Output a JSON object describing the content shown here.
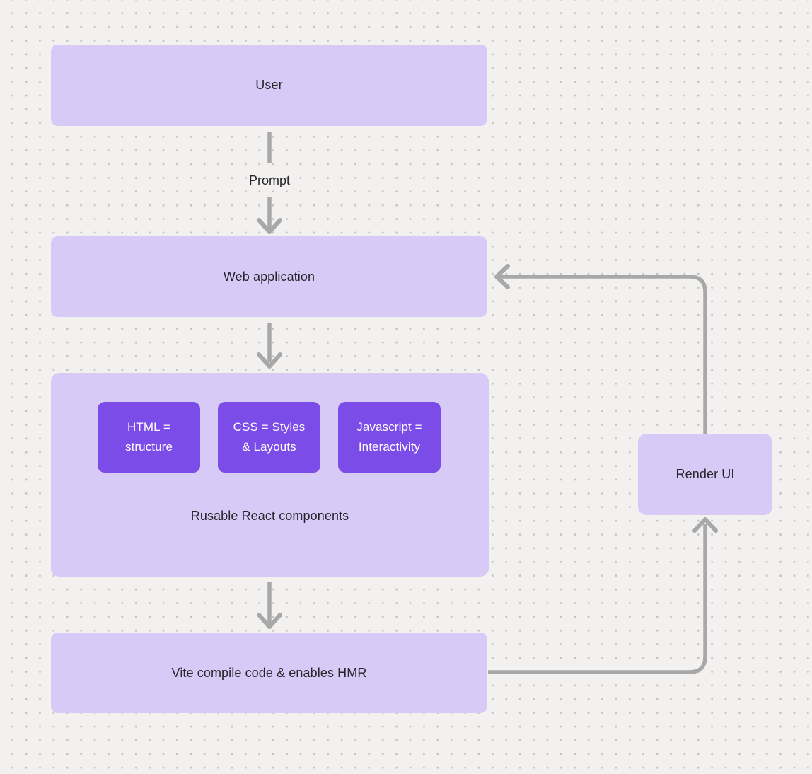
{
  "diagram": {
    "nodes": {
      "user": {
        "label": "User"
      },
      "web_application": {
        "label": "Web application"
      },
      "components_container": {
        "caption": "Rusable React components",
        "chips": [
          {
            "line1": "HTML =",
            "line2": "structure"
          },
          {
            "line1": "CSS = Styles",
            "line2": "& Layouts"
          },
          {
            "line1": "Javascript =",
            "line2": "Interactivity"
          }
        ]
      },
      "vite": {
        "label": "Vite compile code & enables HMR"
      },
      "render_ui": {
        "label": "Render UI"
      }
    },
    "edges": {
      "prompt_label": "Prompt"
    },
    "colors": {
      "background": "#f2f1f0",
      "grid_dot": "#c6c4c2",
      "node_fill": "#d7caf6",
      "chip_fill": "#7c4ce8",
      "arrow": "#a8a8a8",
      "text_dark": "#26262c",
      "text_light": "#ffffff"
    }
  }
}
